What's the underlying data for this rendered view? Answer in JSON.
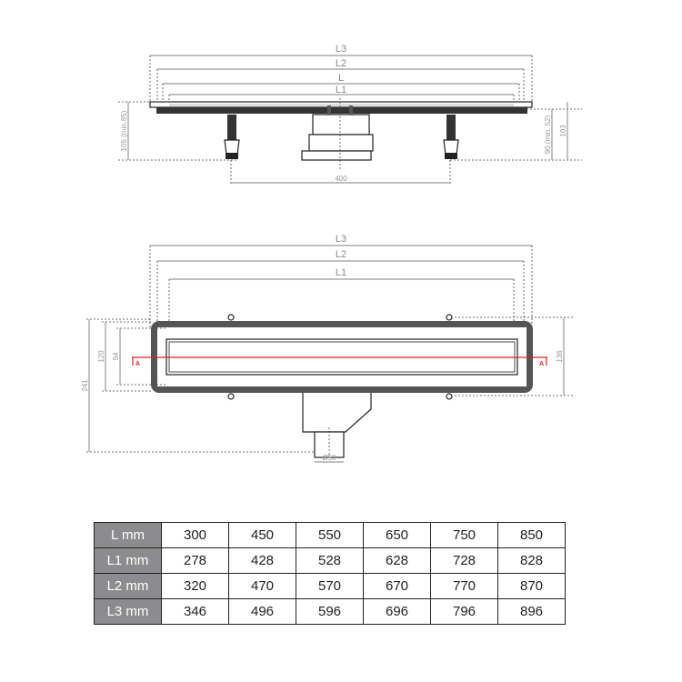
{
  "side_view": {
    "dims": {
      "L3": "L3",
      "L2": "L2",
      "L": "L",
      "L1": "L1"
    },
    "height_left": "105 (min.85)",
    "height_right_inner": "90 (min. 52)",
    "height_right_outer": "103",
    "leg_spacing": "400"
  },
  "top_view": {
    "dims": {
      "L3": "L3",
      "L2": "L2",
      "L1": "L1"
    },
    "total_depth": "241",
    "body_width": "120",
    "inner_width": "94",
    "flange_width": "136",
    "outlet_diameter": "Ø50",
    "section_marks": [
      "A",
      "A"
    ],
    "section_color": "#e0201c"
  },
  "table": {
    "header_color": "#8c8c8e",
    "rows": [
      {
        "label": "L mm",
        "values": [
          "300",
          "450",
          "550",
          "650",
          "750",
          "850"
        ]
      },
      {
        "label": "L1 mm",
        "values": [
          "278",
          "428",
          "528",
          "628",
          "728",
          "828"
        ]
      },
      {
        "label": "L2 mm",
        "values": [
          "320",
          "470",
          "570",
          "670",
          "770",
          "870"
        ]
      },
      {
        "label": "L3 mm",
        "values": [
          "346",
          "496",
          "596",
          "696",
          "796",
          "896"
        ]
      }
    ]
  }
}
